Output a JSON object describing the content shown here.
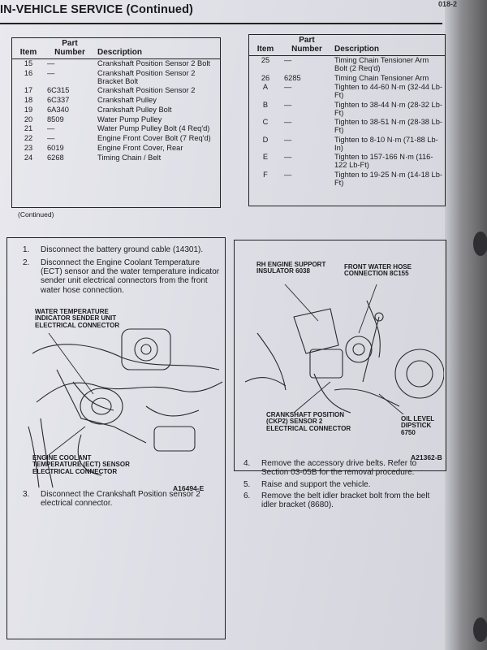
{
  "header": {
    "title": "IN-VEHICLE SERVICE (Continued)",
    "corner": "018-2"
  },
  "table_left": {
    "columns": [
      "Item",
      "Part Number",
      "Description"
    ],
    "rows": [
      [
        "15",
        "—",
        "Crankshaft Position Sensor 2 Bolt"
      ],
      [
        "16",
        "—",
        "Crankshaft Position Sensor 2 Bracket Bolt"
      ],
      [
        "17",
        "6C315",
        "Crankshaft Position Sensor 2"
      ],
      [
        "18",
        "6C337",
        "Crankshaft Pulley"
      ],
      [
        "19",
        "6A340",
        "Crankshaft Pulley Bolt"
      ],
      [
        "20",
        "8509",
        "Water Pump Pulley"
      ],
      [
        "21",
        "—",
        "Water Pump Pulley Bolt (4 Req'd)"
      ],
      [
        "22",
        "—",
        "Engine Front Cover Bolt (7 Req'd)"
      ],
      [
        "23",
        "6019",
        "Engine Front Cover, Rear"
      ],
      [
        "24",
        "6268",
        "Timing Chain / Belt"
      ]
    ],
    "continued": "(Continued)"
  },
  "table_right": {
    "columns": [
      "Item",
      "Part Number",
      "Description"
    ],
    "rows": [
      [
        "25",
        "—",
        "Timing Chain Tensioner Arm Bolt (2 Req'd)"
      ],
      [
        "26",
        "6285",
        "Timing Chain Tensioner Arm"
      ],
      [
        "A",
        "—",
        "Tighten to 44-60 N·m (32-44 Lb-Ft)"
      ],
      [
        "B",
        "—",
        "Tighten to 38-44 N·m (28-32 Lb-Ft)"
      ],
      [
        "C",
        "—",
        "Tighten to 38-51 N·m (28-38 Lb-Ft)"
      ],
      [
        "D",
        "—",
        "Tighten to 8-10 N·m (71-88 Lb-In)"
      ],
      [
        "E",
        "—",
        "Tighten to 157-166 N·m (116-122 Lb-Ft)"
      ],
      [
        "F",
        "—",
        "Tighten to 19-25 N·m (14-18 Lb-Ft)"
      ]
    ]
  },
  "left_panel": {
    "steps": [
      {
        "num": "1.",
        "text": "Disconnect the battery ground cable (14301)."
      },
      {
        "num": "2.",
        "text": "Disconnect the Engine Coolant Temperature (ECT) sensor and the water temperature indicator sender unit electrical connectors from the front water hose connection."
      },
      {
        "num": "3.",
        "text": "Disconnect the Crankshaft Position sensor 2 electrical connector."
      }
    ],
    "callouts": {
      "water_temp": "WATER TEMPERATURE INDICATOR SENDER UNIT ELECTRICAL CONNECTOR",
      "ect": "ENGINE COOLANT TEMPERATURE (ECT) SENSOR ELECTRICAL CONNECTOR"
    },
    "figure_id": "A16494-E"
  },
  "right_panel": {
    "callouts": {
      "rh_mount": "RH ENGINE SUPPORT INSULATOR 6038",
      "water_hose": "FRONT WATER HOSE CONNECTION 8C155",
      "ckp": "CRANKSHAFT POSITION (CKP2) SENSOR 2 ELECTRICAL CONNECTOR",
      "dipstick": "OIL LEVEL DIPSTICK 6750"
    },
    "figure_id": "A21362-B",
    "steps": [
      {
        "num": "4.",
        "text": "Remove the accessory drive belts. Refer to Section 03-05B for the removal procedure."
      },
      {
        "num": "5.",
        "text": "Raise and support the vehicle."
      },
      {
        "num": "6.",
        "text": "Remove the belt idler bracket bolt from the belt idler bracket (8680)."
      }
    ]
  }
}
